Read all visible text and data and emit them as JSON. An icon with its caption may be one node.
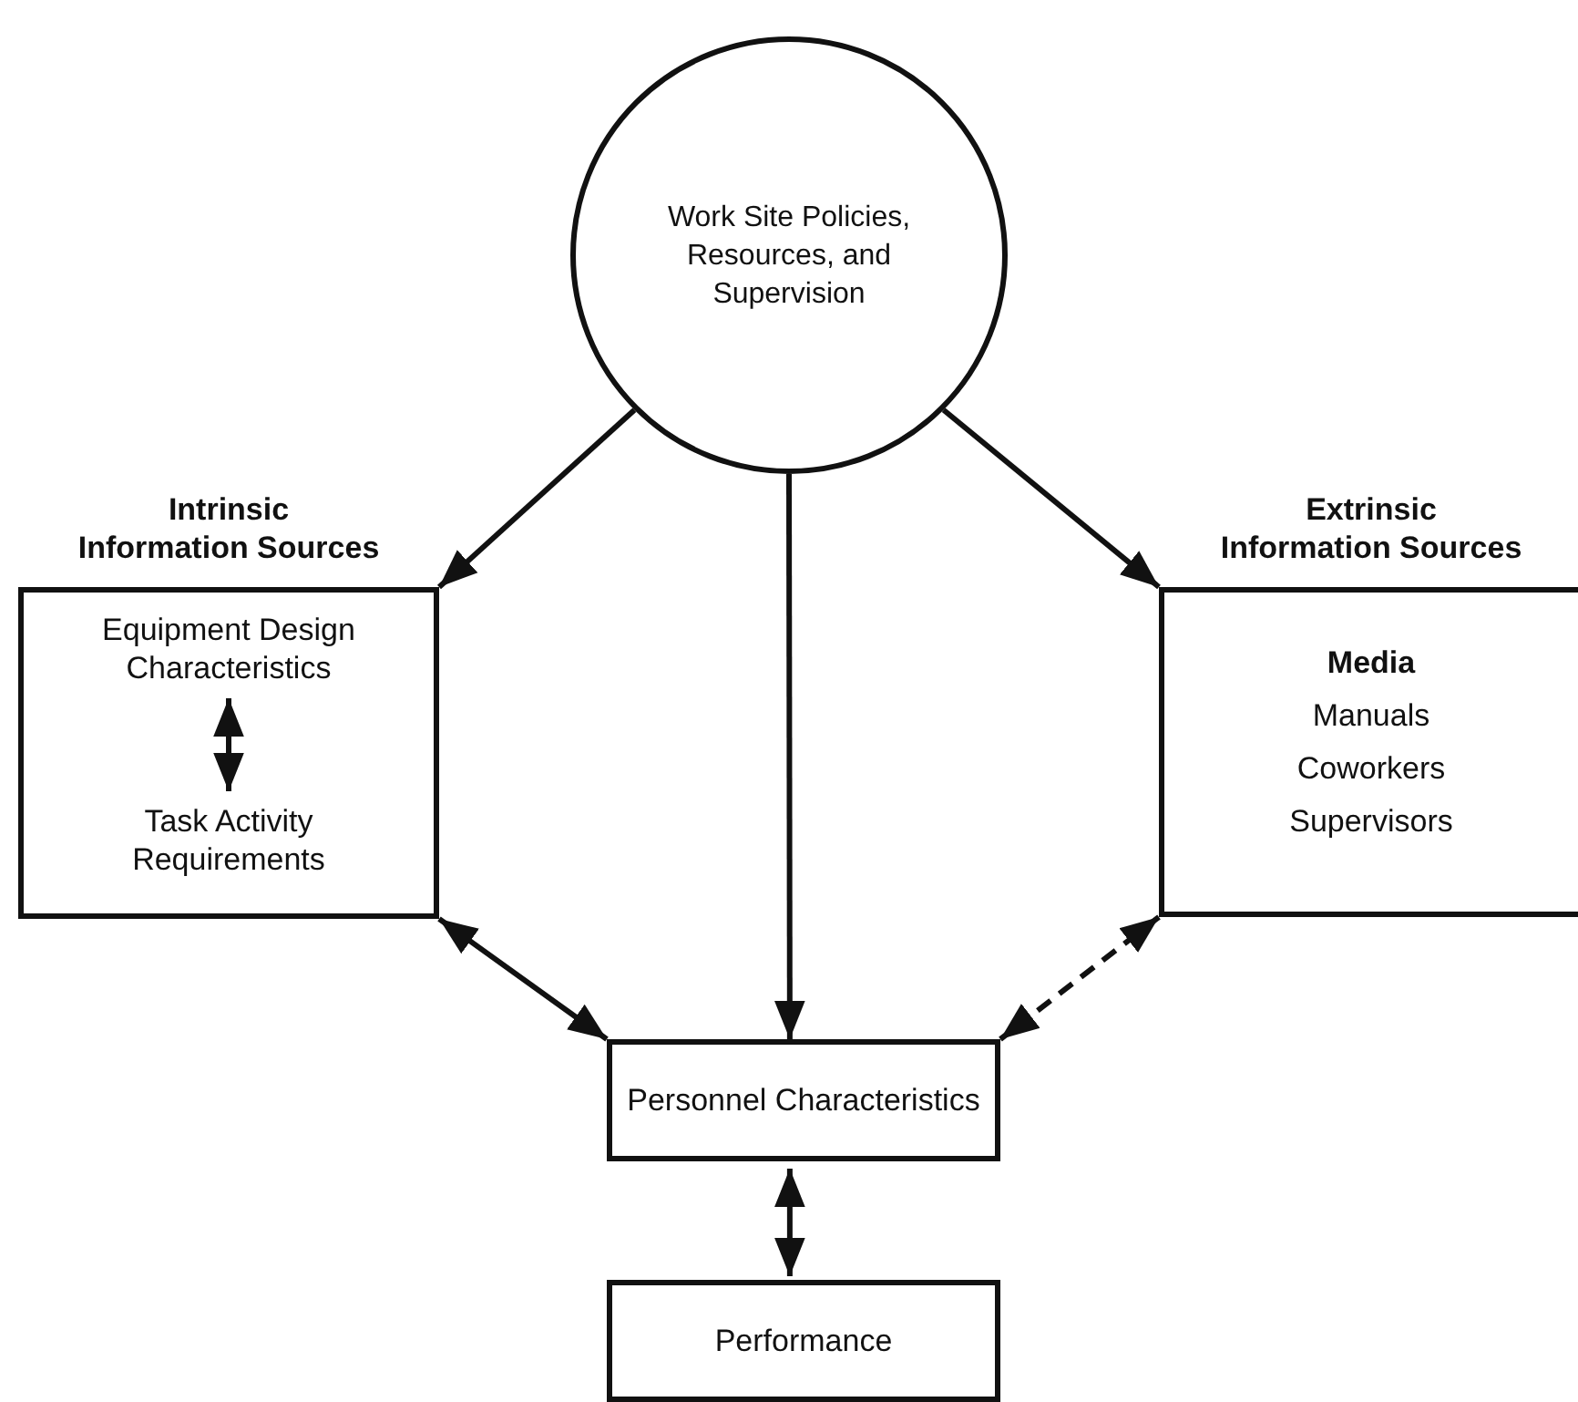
{
  "diagram": {
    "nodes": [
      {
        "text": [
          "Work Site Policies, Resources, and Supervision"
        ]
      },
      {
        "text": [
          "Intrinsic Information Sources"
        ]
      },
      {
        "text": [
          "Equipment Design Characteristics"
        ],
        "in": 1
      },
      {
        "text": [
          "Task Activity Requirements"
        ],
        "in": 1
      },
      {
        "text": [
          "Extrinsic Information Sources",
          "Media",
          "Manuals",
          "Coworkers",
          "Supervisors"
        ]
      },
      {
        "text": [
          "Personnel Characteristics"
        ]
      },
      {
        "text": [
          "Performance"
        ]
      }
    ],
    "edges": [
      {
        "from": 0,
        "to": 1,
        "arrow": "to"
      },
      {
        "from": 0,
        "to": 5,
        "arrow": "to"
      },
      {
        "from": 0,
        "to": 4,
        "arrow": "to"
      },
      {
        "from": 2,
        "to": 3,
        "arrow": "both"
      },
      {
        "from": 1,
        "to": 5,
        "arrow": "both"
      },
      {
        "from": 4,
        "to": 5,
        "arrow": "both",
        "style": "dashed"
      },
      {
        "from": 5,
        "to": 6,
        "arrow": "both"
      }
    ]
  }
}
